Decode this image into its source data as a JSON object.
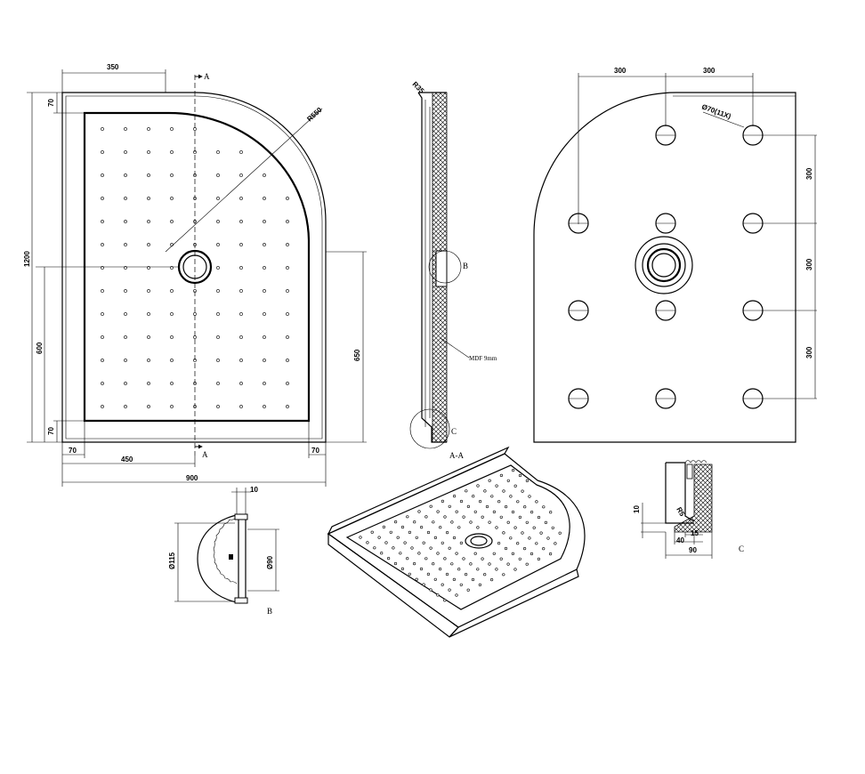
{
  "plan": {
    "section_mark": "A",
    "dims": {
      "top_350": "350",
      "left_70_top": "70",
      "left_1200": "1200",
      "left_600": "600",
      "left_70_bottom": "70",
      "radius": "R550",
      "right_650": "650",
      "bottom_70_left": "70",
      "bottom_70_right": "70",
      "bottom_450": "450",
      "bottom_900": "900"
    }
  },
  "section": {
    "radius": "R35",
    "detail_b": "B",
    "detail_c": "C",
    "note": "MDF 9mm",
    "title": "A-A"
  },
  "underside": {
    "dims": {
      "top_300_a": "300",
      "top_300_b": "300",
      "right_300_a": "300",
      "right_300_b": "300",
      "right_300_c": "300",
      "holes": "Ø70(11X)"
    }
  },
  "detail_b": {
    "label": "B",
    "dims": {
      "d115": "Ø115",
      "d90": "Ø90",
      "w10": "10"
    }
  },
  "detail_c": {
    "label": "C",
    "dims": {
      "h10": "10",
      "r5": "R5",
      "w15": "15",
      "w40": "40",
      "w90": "90"
    }
  }
}
